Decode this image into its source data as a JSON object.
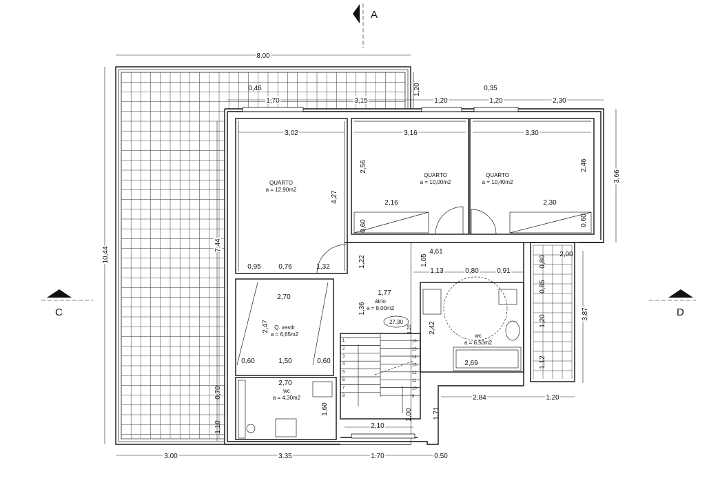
{
  "section_marks": {
    "a": "A",
    "c": "C",
    "d": "D"
  },
  "rooms": [
    {
      "name": "QUARTO",
      "area": "a = 12,90m2"
    },
    {
      "name": "QUARTO",
      "area": "a = 10,00m2"
    },
    {
      "name": "QUARTO",
      "area": "a = 10,40m2"
    },
    {
      "name": "Q. vestir",
      "area": "a = 6,65m2"
    },
    {
      "name": "átrio",
      "area": "a = 8,00m2"
    },
    {
      "name": "wc",
      "area": "a = 6,50m2"
    },
    {
      "name": "wc",
      "area": "a = 4,30m2"
    }
  ],
  "level_tag": "27,30",
  "stair_steps": [
    "1",
    "2",
    "3",
    "4",
    "5",
    "6",
    "7",
    "8",
    "9",
    "10",
    "11",
    "12",
    "13",
    "14",
    "15",
    "16"
  ],
  "dims": {
    "top_total": "8.00",
    "d_046": "0,46",
    "d_170": "1,70",
    "d_315": "3,15",
    "d_120v": "1,20",
    "d_035": "0,35",
    "d_120a": "1,20",
    "d_120b": "1,20",
    "d_230": "2,30",
    "d_302": "3,02",
    "d_316": "3,16",
    "d_330": "3,30",
    "d_256": "2,56",
    "d_246": "2,46",
    "d_366": "3,66",
    "d_427": "4,27",
    "d_216": "2,16",
    "d_230b": "2,30",
    "d_060a": "0,60",
    "d_060b": "0,60",
    "d_461": "4,61",
    "d_744": "7,44",
    "d_1044": "10,44",
    "d_095": "0,95",
    "d_076": "0,76",
    "d_132": "1,32",
    "d_122": "1,22",
    "d_105": "1,05",
    "d_113": "1,13",
    "d_080": "0,80",
    "d_091": "0,91",
    "d_080v": "0,80",
    "d_200": "2,00",
    "d_085": "0,85",
    "d_177": "1,77",
    "d_270": "2,70",
    "d_136": "1,36",
    "d_247": "2,47",
    "d_242": "2,42",
    "d_387": "3,87",
    "d_120c": "1,20",
    "d_060c": "0,60",
    "d_150": "1,50",
    "d_060d": "0,60",
    "d_269": "2,69",
    "d_112": "1,12",
    "d_270b": "2,70",
    "d_070": "0,70",
    "d_160": "1,60",
    "d_284": "2,84",
    "d_120d": "1,20",
    "d_171": "1,71",
    "d_100": "1,00",
    "d_110": "1,10",
    "d_210": "2,10",
    "d_300": "3.00",
    "d_335": "3.35",
    "d_170b": "1.70",
    "d_050": "0.50",
    "d_120e": "1,20"
  }
}
